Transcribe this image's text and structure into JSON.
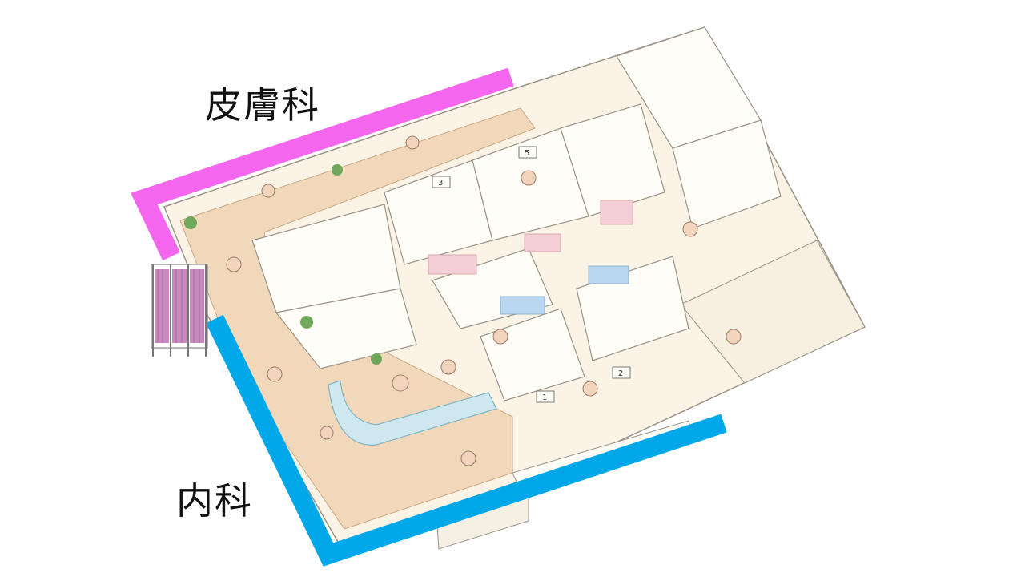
{
  "labels": {
    "dermatology": "皮膚科",
    "internal_medicine": "内科"
  },
  "colors": {
    "dermatology_zone": "#f566ee",
    "internal_medicine_zone": "#00a8ea",
    "floor_wood": "#f1d8ba",
    "room_floor": "#fbf4e6",
    "wall": "#fffdf7",
    "wall_line": "#9b9388",
    "partition_curtain": "#c98ac0"
  },
  "room_numbers": [
    "1",
    "2",
    "3",
    "5"
  ]
}
